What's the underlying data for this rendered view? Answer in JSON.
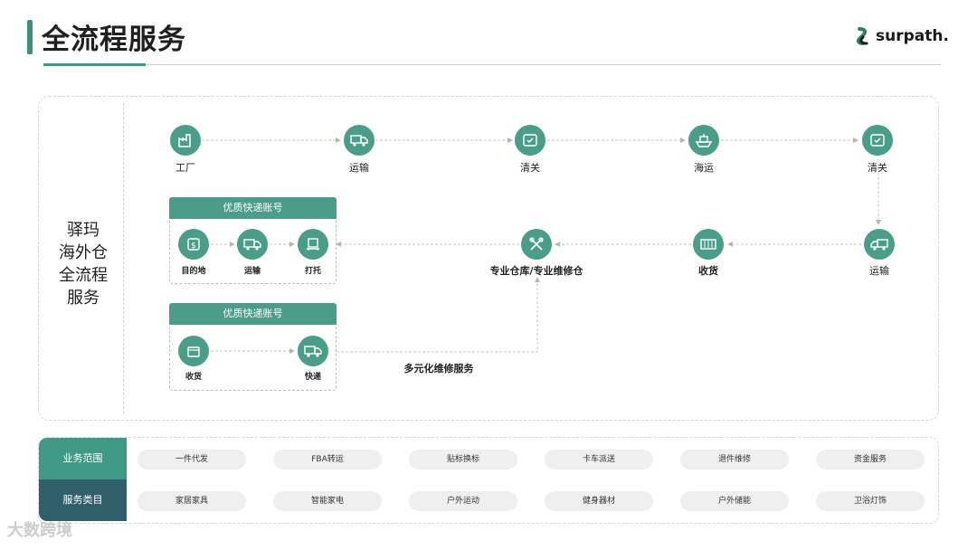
{
  "header": {
    "title": "全流程服务",
    "logo_text": "surpath."
  },
  "side_title": [
    "驿玛",
    "海外仓",
    "全流程",
    "服务"
  ],
  "flow_top": [
    {
      "label": "工厂",
      "icon": "factory-icon"
    },
    {
      "label": "运输",
      "icon": "truck-icon"
    },
    {
      "label": "清关",
      "icon": "customs-icon"
    },
    {
      "label": "海运",
      "icon": "ship-icon"
    },
    {
      "label": "清关",
      "icon": "customs-icon"
    }
  ],
  "flow_mid": [
    {
      "label": "运输",
      "icon": "truck-icon"
    },
    {
      "label": "收货",
      "icon": "container-icon"
    },
    {
      "label": "专业仓库/专业维修仓",
      "icon": "tools-icon"
    }
  ],
  "panel1": {
    "title": "优质快递账号",
    "nodes": [
      {
        "label": "目的地",
        "icon": "destination-icon"
      },
      {
        "label": "运输",
        "icon": "truck-icon"
      },
      {
        "label": "打托",
        "icon": "pallet-icon"
      }
    ]
  },
  "panel2": {
    "title": "优质快递账号",
    "nodes": [
      {
        "label": "收货",
        "icon": "box-icon"
      },
      {
        "label": "快递",
        "icon": "truck-icon"
      }
    ]
  },
  "repair_label": "多元化维修服务",
  "business_scope": {
    "label": "业务范围",
    "items": [
      "一件代发",
      "FBA转运",
      "贴标换标",
      "卡车派送",
      "退件维修",
      "资金服务"
    ]
  },
  "service_categories": {
    "label": "服务类目",
    "items": [
      "家居家具",
      "智能家电",
      "户外运动",
      "健身器材",
      "户外储能",
      "卫浴灯饰"
    ]
  },
  "colors": {
    "accent": "#4a9d88",
    "dark": "#2e5f6b",
    "row1": "#3f9a85"
  },
  "watermark": "大数跨境"
}
